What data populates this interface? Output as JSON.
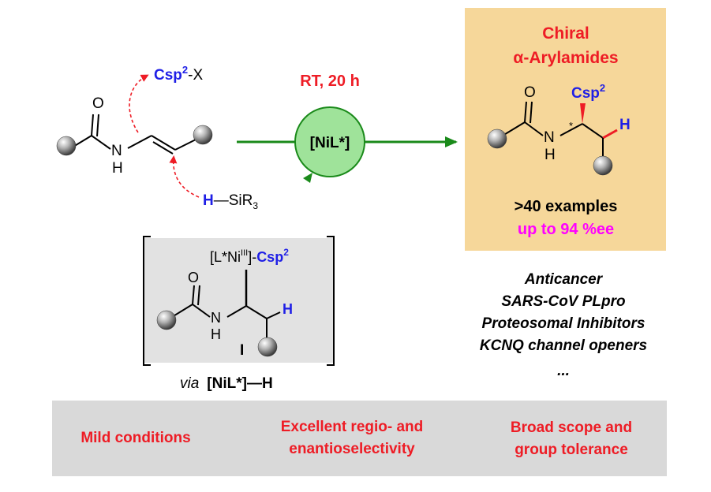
{
  "colors": {
    "red": "#ee1c25",
    "blue": "#1f1fe6",
    "green": "#1a8a1a",
    "catalyst_fill": "#9fe39a",
    "product_box": "#f6d79a",
    "intermediate_box": "#e2e2e2",
    "footer_bar": "#d9d9d9",
    "magenta": "#ff00ff",
    "bond_black": "#000000"
  },
  "reactant": {
    "csp2_text": "Csp",
    "csp2_sup": "2",
    "x_text": "-X",
    "h_text": "H",
    "si_text": "—SiR",
    "si_sub": "3",
    "o_label": "O",
    "n_label": "N",
    "nh_label": "H"
  },
  "conditions": {
    "label": "RT, 20 h",
    "catalyst": "[NiL*]"
  },
  "product": {
    "title_line1": "Chiral",
    "title_line2": "α-Arylamides",
    "csp2_text": "Csp",
    "csp2_sup": "2",
    "h_text": "H",
    "o_label": "O",
    "n_label": "N",
    "nh_label": "H",
    "stereo_star": "*",
    "examples": ">40 examples",
    "ee": "up to 94 %ee"
  },
  "intermediate": {
    "ni_prefix": "[L*Ni",
    "ni_sup": "III",
    "ni_suffix": "]-",
    "csp2_text": "Csp",
    "csp2_sup": "2",
    "h_text": "H",
    "o_label": "O",
    "n_label": "N",
    "nh_label": "H",
    "roman_label": "I",
    "via_word": "via",
    "via_species": "[NiL*]—H"
  },
  "applications": [
    "Anticancer",
    "SARS-CoV PLpro",
    "Proteosomal Inhibitors",
    "KCNQ channel openers",
    "..."
  ],
  "features": [
    {
      "line1": "Mild conditions",
      "line2": ""
    },
    {
      "line1": "Excellent regio- and",
      "line2": "enantioselectivity"
    },
    {
      "line1": "Broad scope and",
      "line2": "group tolerance"
    }
  ]
}
